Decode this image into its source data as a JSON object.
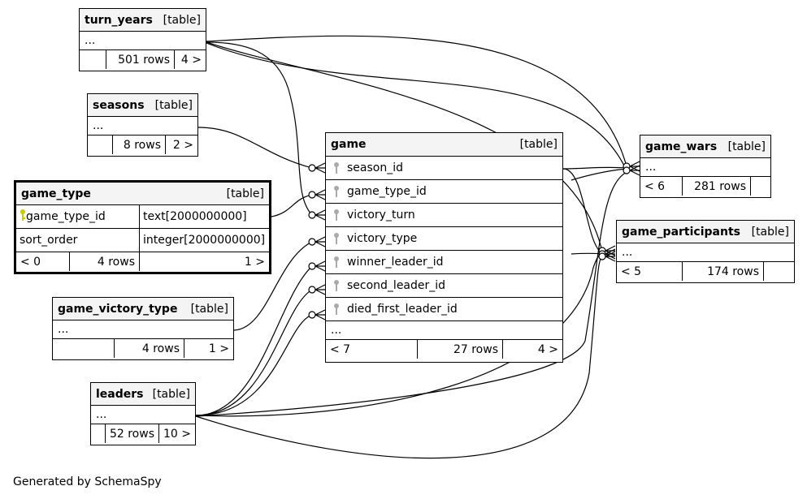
{
  "footer": "Generated by SchemaSpy",
  "colors": {
    "line": "#000000",
    "header_bg": "#f4f4f4",
    "pk_key": "#cccc00",
    "fk_key": "#aaaaaa"
  },
  "tables": {
    "turn_years": {
      "name": "turn_years",
      "kind": "[table]",
      "ellipsis": "...",
      "left": "",
      "rows": "501 rows",
      "right": "4 >"
    },
    "seasons": {
      "name": "seasons",
      "kind": "[table]",
      "ellipsis": "...",
      "left": "",
      "rows": "8 rows",
      "right": "2 >"
    },
    "game_type": {
      "name": "game_type",
      "kind": "[table]",
      "columns": [
        {
          "name": "game_type_id",
          "type": "text[2000000000]",
          "icon": "primary-key-icon"
        },
        {
          "name": "sort_order",
          "type": "integer[2000000000]",
          "icon": ""
        }
      ],
      "left": "< 0",
      "rows": "4 rows",
      "right": "1 >"
    },
    "game_victory_type": {
      "name": "game_victory_type",
      "kind": "[table]",
      "ellipsis": "...",
      "left": "",
      "rows": "4 rows",
      "right": "1 >"
    },
    "leaders": {
      "name": "leaders",
      "kind": "[table]",
      "ellipsis": "...",
      "left": "",
      "rows": "52 rows",
      "right": "10 >"
    },
    "game": {
      "name": "game",
      "kind": "[table]",
      "columns": [
        {
          "name": "season_id",
          "icon": "foreign-key-icon"
        },
        {
          "name": "game_type_id",
          "icon": "foreign-key-icon"
        },
        {
          "name": "victory_turn",
          "icon": "foreign-key-icon"
        },
        {
          "name": "victory_type",
          "icon": "foreign-key-icon"
        },
        {
          "name": "winner_leader_id",
          "icon": "foreign-key-icon"
        },
        {
          "name": "second_leader_id",
          "icon": "foreign-key-icon"
        },
        {
          "name": "died_first_leader_id",
          "icon": "foreign-key-icon"
        }
      ],
      "ellipsis": "...",
      "left": "< 7",
      "rows": "27 rows",
      "right": "4 >"
    },
    "game_wars": {
      "name": "game_wars",
      "kind": "[table]",
      "ellipsis": "...",
      "left": "< 6",
      "rows": "281 rows",
      "right": ""
    },
    "game_participants": {
      "name": "game_participants",
      "kind": "[table]",
      "ellipsis": "...",
      "left": "< 5",
      "rows": "174 rows",
      "right": ""
    }
  }
}
